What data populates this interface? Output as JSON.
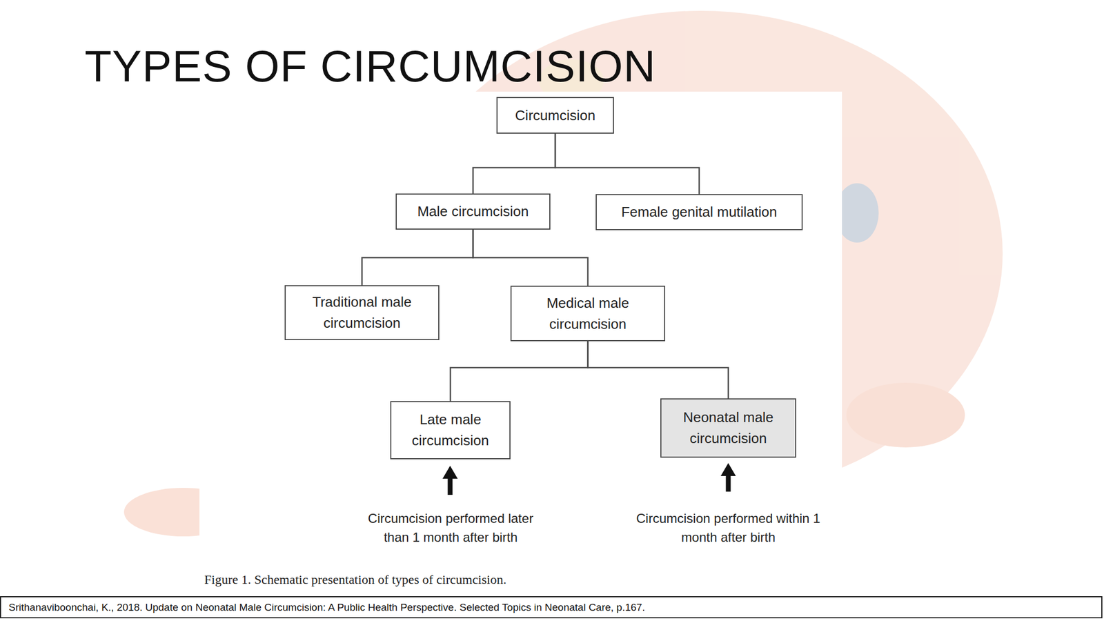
{
  "diagram": {
    "title": "TYPES OF CIRCUMCISION",
    "caption": "Figure 1. Schematic presentation of types of circumcision.",
    "nodes": [
      {
        "text": [
          "Circumcision"
        ]
      },
      {
        "text": [
          "Male circumcision"
        ]
      },
      {
        "text": [
          "Female genital mutilation"
        ]
      },
      {
        "text": [
          "Traditional male circumcision"
        ]
      },
      {
        "text": [
          "Medical male circumcision"
        ]
      },
      {
        "text": [
          "Late male circumcision"
        ]
      },
      {
        "text": [
          "Neonatal male circumcision"
        ]
      }
    ],
    "edges": [
      {
        "from": 0,
        "to": 1,
        "arrow": "none"
      },
      {
        "from": 0,
        "to": 2,
        "arrow": "none"
      },
      {
        "from": 1,
        "to": 3,
        "arrow": "none"
      },
      {
        "from": 1,
        "to": 4,
        "arrow": "none"
      },
      {
        "from": 4,
        "to": 5,
        "arrow": "none"
      },
      {
        "from": 4,
        "to": 6,
        "arrow": "none"
      }
    ],
    "labels": [
      "Circumcision performed later than 1 month after birth",
      "Circumcision performed within 1 month after birth",
      "Srithanaviboonchai, K., 2018. Update on Neonatal Male Circumcision: A Public Health Perspective. Selected Topics in Neonatal Care, p.167."
    ]
  }
}
